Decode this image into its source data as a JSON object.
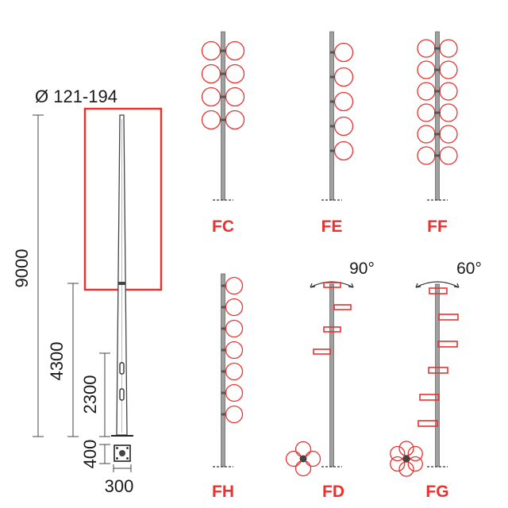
{
  "colors": {
    "accent": "#e8322f",
    "pole": "#9a9a9a",
    "pole_dark": "#555555",
    "text": "#1a1a1a"
  },
  "dimensions": {
    "diameter": "Ø 121-194",
    "total_height": "9000",
    "mid_height": "4300",
    "door_height": "2300",
    "base_height": "400",
    "base_width": "300"
  },
  "configurations": [
    {
      "code": "FC"
    },
    {
      "code": "FE"
    },
    {
      "code": "FF"
    },
    {
      "code": "FH"
    },
    {
      "code": "FD",
      "angle": "90°"
    },
    {
      "code": "FG",
      "angle": "60°"
    }
  ]
}
